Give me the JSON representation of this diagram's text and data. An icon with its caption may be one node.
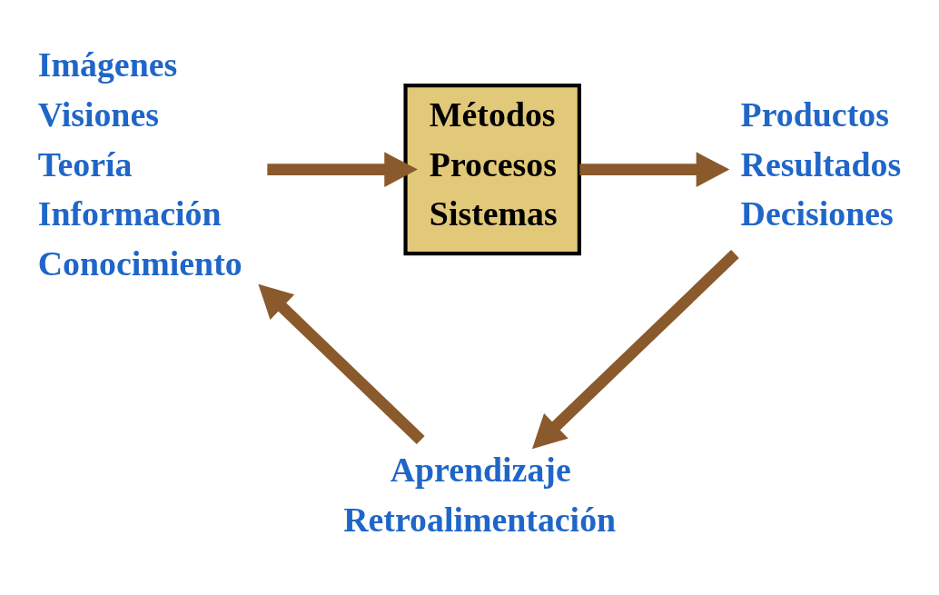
{
  "diagram": {
    "nodes": [
      {
        "text": [
          "Imágenes",
          "Visiones",
          "Teoría",
          "Información",
          "Conocimiento"
        ]
      },
      {
        "text": [
          "Métodos",
          "Procesos",
          "Sistemas"
        ]
      },
      {
        "text": [
          "Productos",
          "Resultados",
          "Decisiones"
        ]
      },
      {
        "text": [
          "Aprendizaje",
          "Retroalimentación"
        ]
      }
    ],
    "edges": [
      {
        "from": 0,
        "to": 1,
        "arrow": "to"
      },
      {
        "from": 1,
        "to": 2,
        "arrow": "to"
      },
      {
        "from": 2,
        "to": 3,
        "arrow": "to"
      },
      {
        "from": 3,
        "to": 0,
        "arrow": "to"
      }
    ]
  }
}
